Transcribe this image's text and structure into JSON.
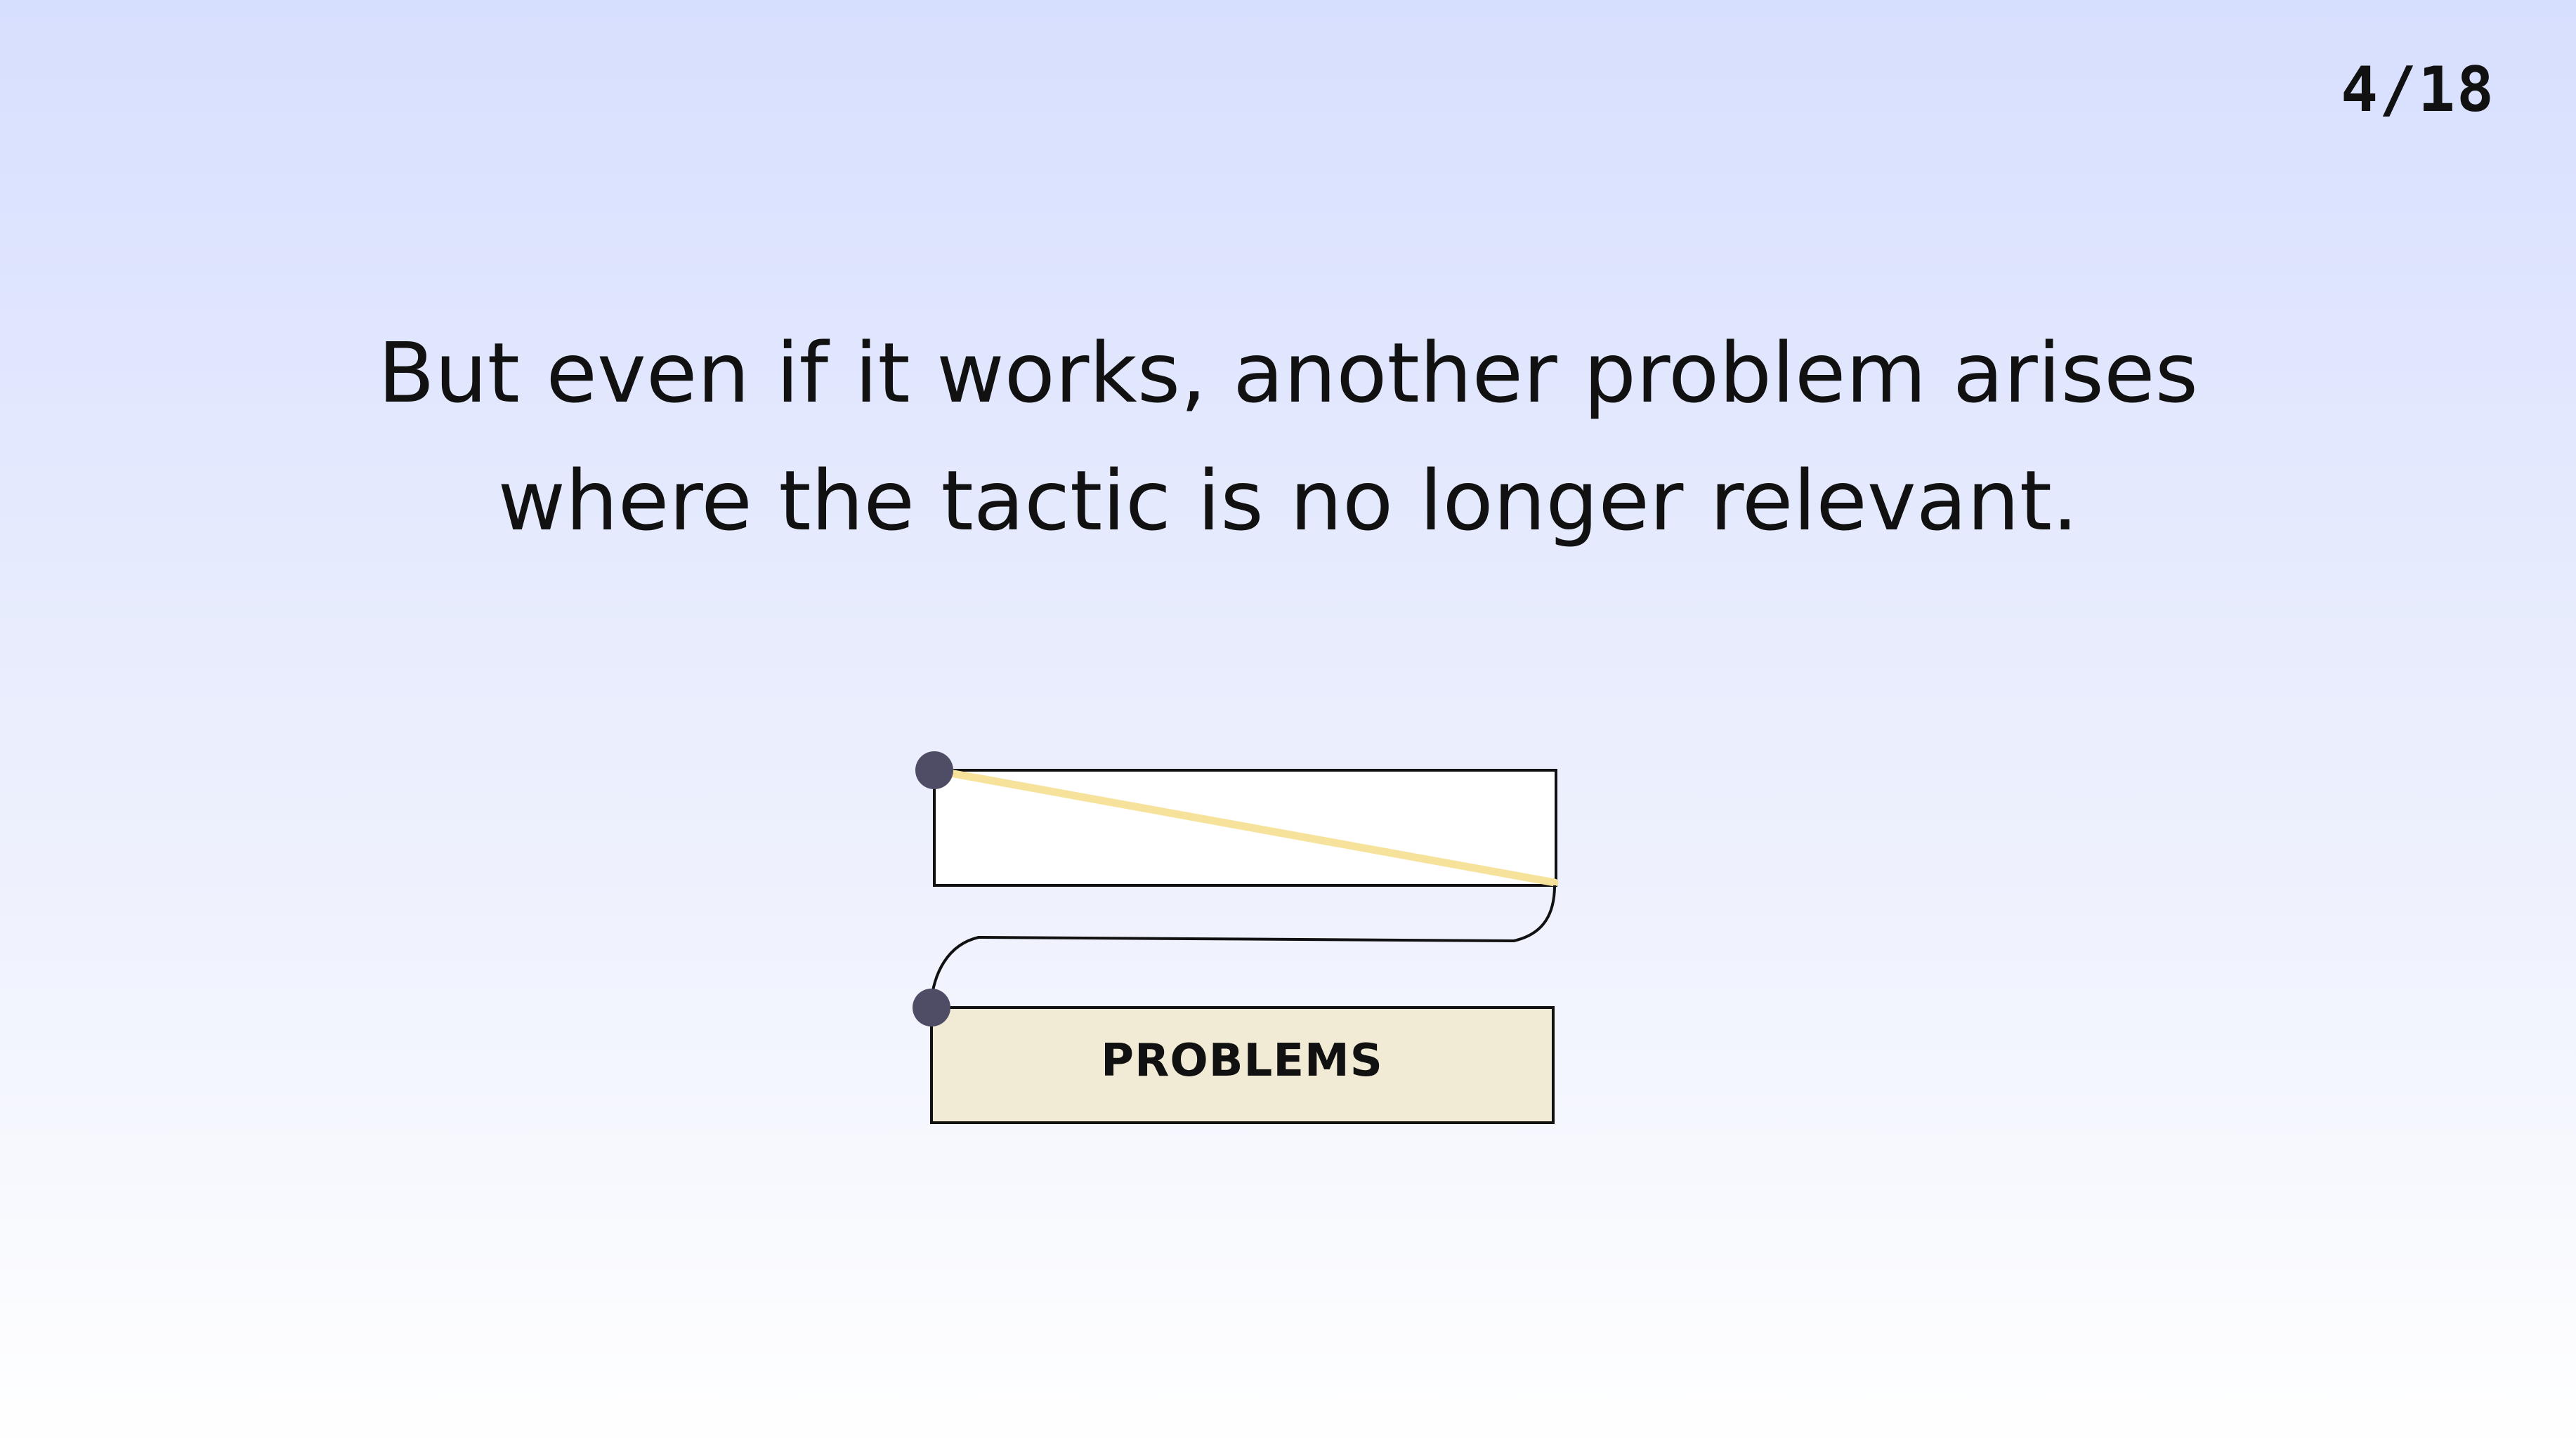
{
  "slide": {
    "counter": "4/18"
  },
  "headline": {
    "line1": "But even if it works, another problem arises",
    "line2": "where the tactic is no longer relevant."
  },
  "diagram": {
    "top_box_label": "",
    "bottom_box_label": "PROBLEMS",
    "colors": {
      "top_box_fill": "#ffffff",
      "bottom_box_fill": "#f1ead5",
      "diagonal_line": "#f6e29a",
      "node": "#4f4d65",
      "outline": "#111111"
    }
  }
}
